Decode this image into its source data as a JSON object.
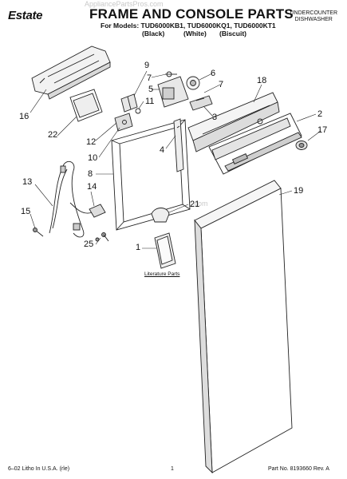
{
  "header": {
    "brand": "Estate",
    "title": "FRAME AND CONSOLE PARTS",
    "models_line": "For Models: TUD6000KB1, TUD6000KQ1, TUD6000KT1",
    "variants": [
      "(Black)",
      "(White)",
      "(Biscuit)"
    ],
    "appliance_type_line1": "UNDERCOUNTER",
    "appliance_type_line2": "DISHWASHER"
  },
  "watermark": "AppliancePartsPros.com",
  "callouts": [
    "1",
    "2",
    "3",
    "4",
    "5",
    "6",
    "7",
    "7",
    "8",
    "9",
    "10",
    "11",
    "12",
    "13",
    "14",
    "15",
    "16",
    "17",
    "18",
    "19",
    "21",
    "22",
    "25"
  ],
  "literature_label": "Literature Parts",
  "footer": {
    "left": "6–02 Litho In U.S.A. (rle)",
    "page": "1",
    "part_no": "Part No. 8193660 Rev. A"
  }
}
